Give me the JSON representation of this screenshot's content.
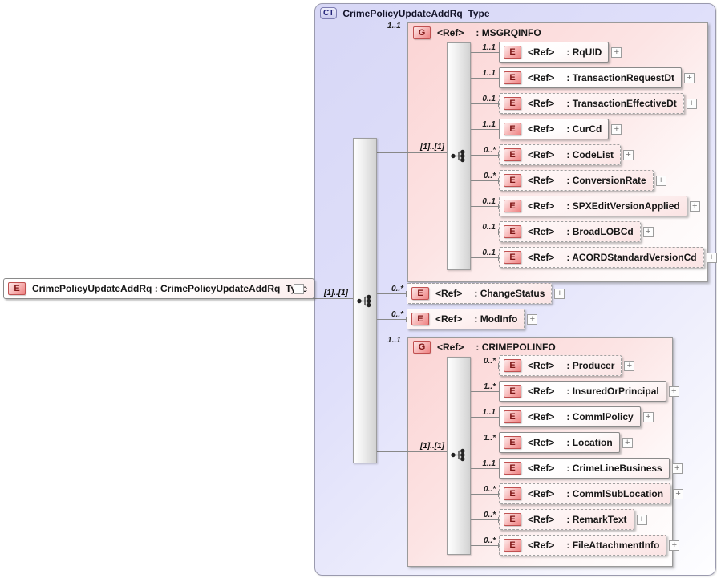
{
  "diagram": {
    "root": {
      "badge": "E",
      "label": "CrimePolicyUpdateAddRq : CrimePolicyUpdateAddRq_Type"
    },
    "complex_type": {
      "badge": "CT",
      "title": "CrimePolicyUpdateAddRq_Type",
      "sequence_cardinality": "[1]..[1]"
    },
    "expand_glyph": "+",
    "groups": [
      {
        "badge": "G",
        "ref": "<Ref>",
        "name": ": MSGRQINFO",
        "cardinality": "1..1",
        "sequence_cardinality": "[1]..[1]",
        "children": [
          {
            "badge": "E",
            "ref": "<Ref>",
            "name": ": RqUID",
            "cardinality": "1..1"
          },
          {
            "badge": "E",
            "ref": "<Ref>",
            "name": ": TransactionRequestDt",
            "cardinality": "1..1"
          },
          {
            "badge": "E",
            "ref": "<Ref>",
            "name": ": TransactionEffectiveDt",
            "cardinality": "0..1"
          },
          {
            "badge": "E",
            "ref": "<Ref>",
            "name": ": CurCd",
            "cardinality": "1..1"
          },
          {
            "badge": "E",
            "ref": "<Ref>",
            "name": ": CodeList",
            "cardinality": "0..*"
          },
          {
            "badge": "E",
            "ref": "<Ref>",
            "name": ": ConversionRate",
            "cardinality": "0..*"
          },
          {
            "badge": "E",
            "ref": "<Ref>",
            "name": ": SPXEditVersionApplied",
            "cardinality": "0..1"
          },
          {
            "badge": "E",
            "ref": "<Ref>",
            "name": ": BroadLOBCd",
            "cardinality": "0..1"
          },
          {
            "badge": "E",
            "ref": "<Ref>",
            "name": ": ACORDStandardVersionCd",
            "cardinality": "0..1"
          }
        ]
      },
      {
        "badge": "G",
        "ref": "<Ref>",
        "name": ": CRIMEPOLINFO",
        "cardinality": "1..1",
        "sequence_cardinality": "[1]..[1]",
        "children": [
          {
            "badge": "E",
            "ref": "<Ref>",
            "name": ": Producer",
            "cardinality": "0..*"
          },
          {
            "badge": "E",
            "ref": "<Ref>",
            "name": ": InsuredOrPrincipal",
            "cardinality": "1..*"
          },
          {
            "badge": "E",
            "ref": "<Ref>",
            "name": ": CommlPolicy",
            "cardinality": "1..1"
          },
          {
            "badge": "E",
            "ref": "<Ref>",
            "name": ": Location",
            "cardinality": "1..*"
          },
          {
            "badge": "E",
            "ref": "<Ref>",
            "name": ": CrimeLineBusiness",
            "cardinality": "1..1"
          },
          {
            "badge": "E",
            "ref": "<Ref>",
            "name": ": CommlSubLocation",
            "cardinality": "0..*"
          },
          {
            "badge": "E",
            "ref": "<Ref>",
            "name": ": RemarkText",
            "cardinality": "0..*"
          },
          {
            "badge": "E",
            "ref": "<Ref>",
            "name": ": FileAttachmentInfo",
            "cardinality": "0..*"
          }
        ]
      }
    ],
    "loose_elements": [
      {
        "badge": "E",
        "ref": "<Ref>",
        "name": ": ChangeStatus",
        "cardinality": "0..*"
      },
      {
        "badge": "E",
        "ref": "<Ref>",
        "name": ": ModInfo",
        "cardinality": "0..*"
      }
    ],
    "colors": {
      "container_fill": "#d7d7f6",
      "group_fill": "#fbd4d4",
      "element_badge_fill": "#ee8282",
      "element_badge_border": "#c05050",
      "connector_line": "#888888"
    }
  }
}
